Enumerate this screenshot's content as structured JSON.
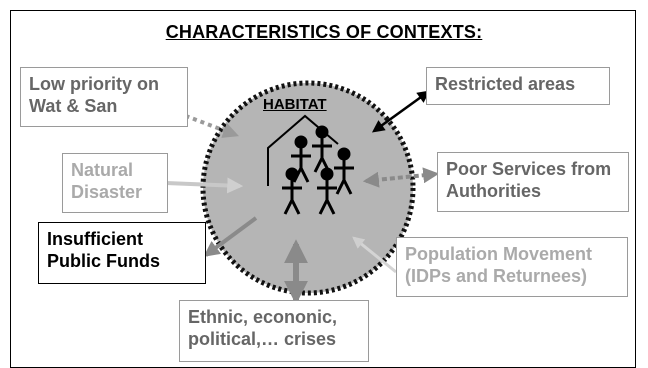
{
  "title": "CHARACTERISTICS OF CONTEXTS:",
  "center_label": "HABITAT",
  "nodes": {
    "low_priority": "Low priority on Wat & San",
    "restricted": "Restricted areas",
    "natural_disaster": "Natural Disaster",
    "poor_services": "Poor Services from Authorities",
    "insufficient_funds": "Insufficient Public Funds",
    "population_movement": "Population Movement (IDPs and Returnees)",
    "crises": "Ethnic, econonic, political,… crises"
  },
  "colors": {
    "circle_fill": "#b5b5b5",
    "circle_border": "#111111",
    "arrow_dark": "#000000",
    "arrow_gray": "#8a8a8a",
    "arrow_light": "#d0d0d0"
  }
}
